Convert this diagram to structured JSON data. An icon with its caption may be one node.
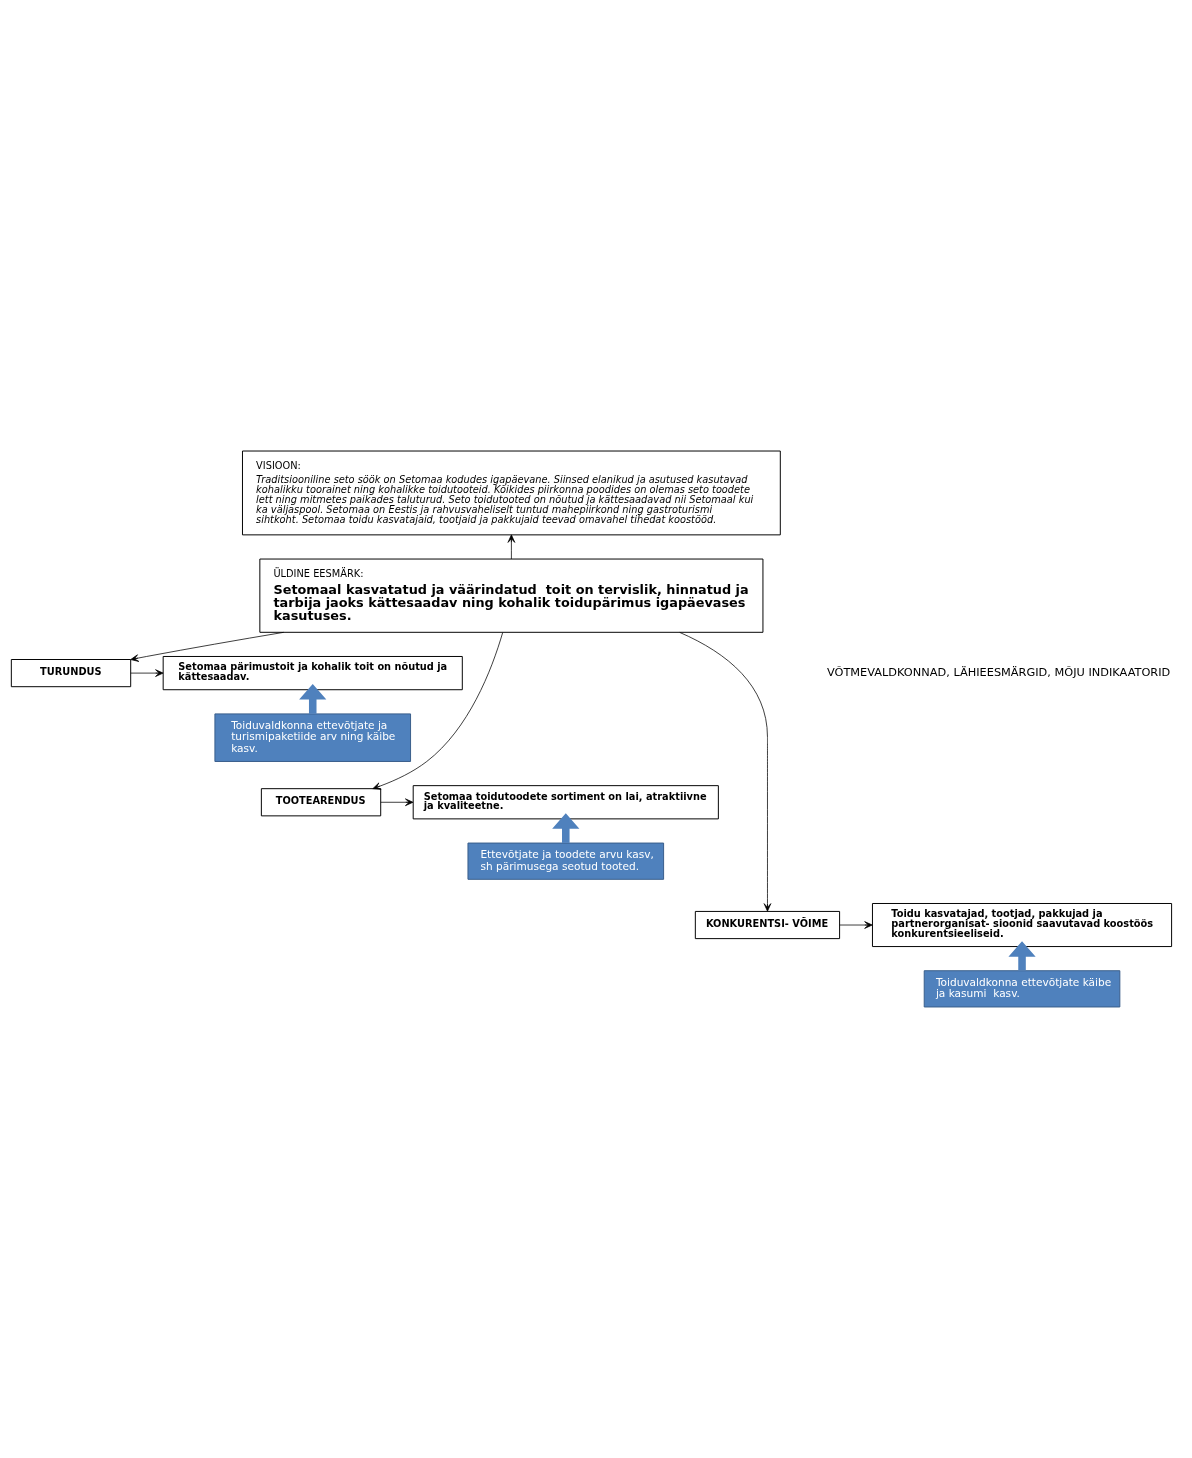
{
  "diagram": {
    "nodes": [
      {
        "text": [
          "VISIOON:",
          "Traditsiooniline seto söök on Setomaa kodudes igapäevane. Siinsed elanikud ja asutused kasutavad kohalikku toorainet ning kohalikke toidutooteid. Kõikides piirkonna poodides on olemas seto toodete lett ning mitmetes paikades taluturud. Seto toidutooted on nõutud ja kättesaadavad nii Setomaal kui ka väljaspool. Setomaa on Eestis ja rahvusvaheliselt tuntud mahepiirkond ning gastroturismi sihtkoht. Setomaa toidu kasvatajaid, tootjaid ja pakkujaid teevad omavahel tihedat koostööd."
        ]
      },
      {
        "text": [
          "ÜLDINE EESMÄRK:",
          "Setomaal kasvatatud ja väärindatud  toit on tervislik, hinnatud ja tarbija jaoks kättesaadav ning kohalik toidupärimus igapäevases kasutuses."
        ]
      },
      {
        "text": [
          "TURUNDUS"
        ]
      },
      {
        "text": [
          "Setomaa pärimustoit ja kohalik toit on nõutud ja kättesaadav."
        ]
      },
      {
        "text": [
          "Toiduvaldkonna ettevõtjate ja turismipaketiide arv ning käibe kasv."
        ]
      },
      {
        "text": [
          "TOOTEARENDUS"
        ]
      },
      {
        "text": [
          "Setomaa toidutoodete sortiment on lai, atraktiivne ja kvaliteetne."
        ]
      },
      {
        "text": [
          "Ettevõtjate ja toodete arvu kasv, sh pärimusega seotud tooted."
        ]
      },
      {
        "text": [
          "KONKURENTSI- VÕIME"
        ]
      },
      {
        "text": [
          "Toidu kasvatajad, tootjad, pakkujad ja partnerorganisat- sioonid saavutavad koostöös konkurentsieeliseid."
        ]
      },
      {
        "text": [
          "Toiduvaldkonna ettevõtjate käibe ja kasumi  kasv."
        ]
      }
    ],
    "edges": [
      {
        "from": 1,
        "to": 0,
        "arrow": "to"
      },
      {
        "from": 1,
        "to": 2,
        "arrow": "to"
      },
      {
        "from": 1,
        "to": 5,
        "arrow": "to"
      },
      {
        "from": 1,
        "to": 8,
        "arrow": "to"
      },
      {
        "from": 2,
        "to": 3,
        "arrow": "to"
      },
      {
        "from": 4,
        "to": 3,
        "arrow": "to",
        "style": "thick",
        "color": "#4f81bd"
      },
      {
        "from": 5,
        "to": 6,
        "arrow": "to"
      },
      {
        "from": 7,
        "to": 6,
        "arrow": "to",
        "style": "thick",
        "color": "#4f81bd"
      },
      {
        "from": 8,
        "to": 9,
        "arrow": "to"
      },
      {
        "from": 10,
        "to": 9,
        "arrow": "to",
        "style": "thick",
        "color": "#4f81bd"
      }
    ],
    "labels": [
      "VÕTMEVALDKONNAD, LÄHIEESMÄRGID, MÕJU INDIKAATORID"
    ]
  }
}
